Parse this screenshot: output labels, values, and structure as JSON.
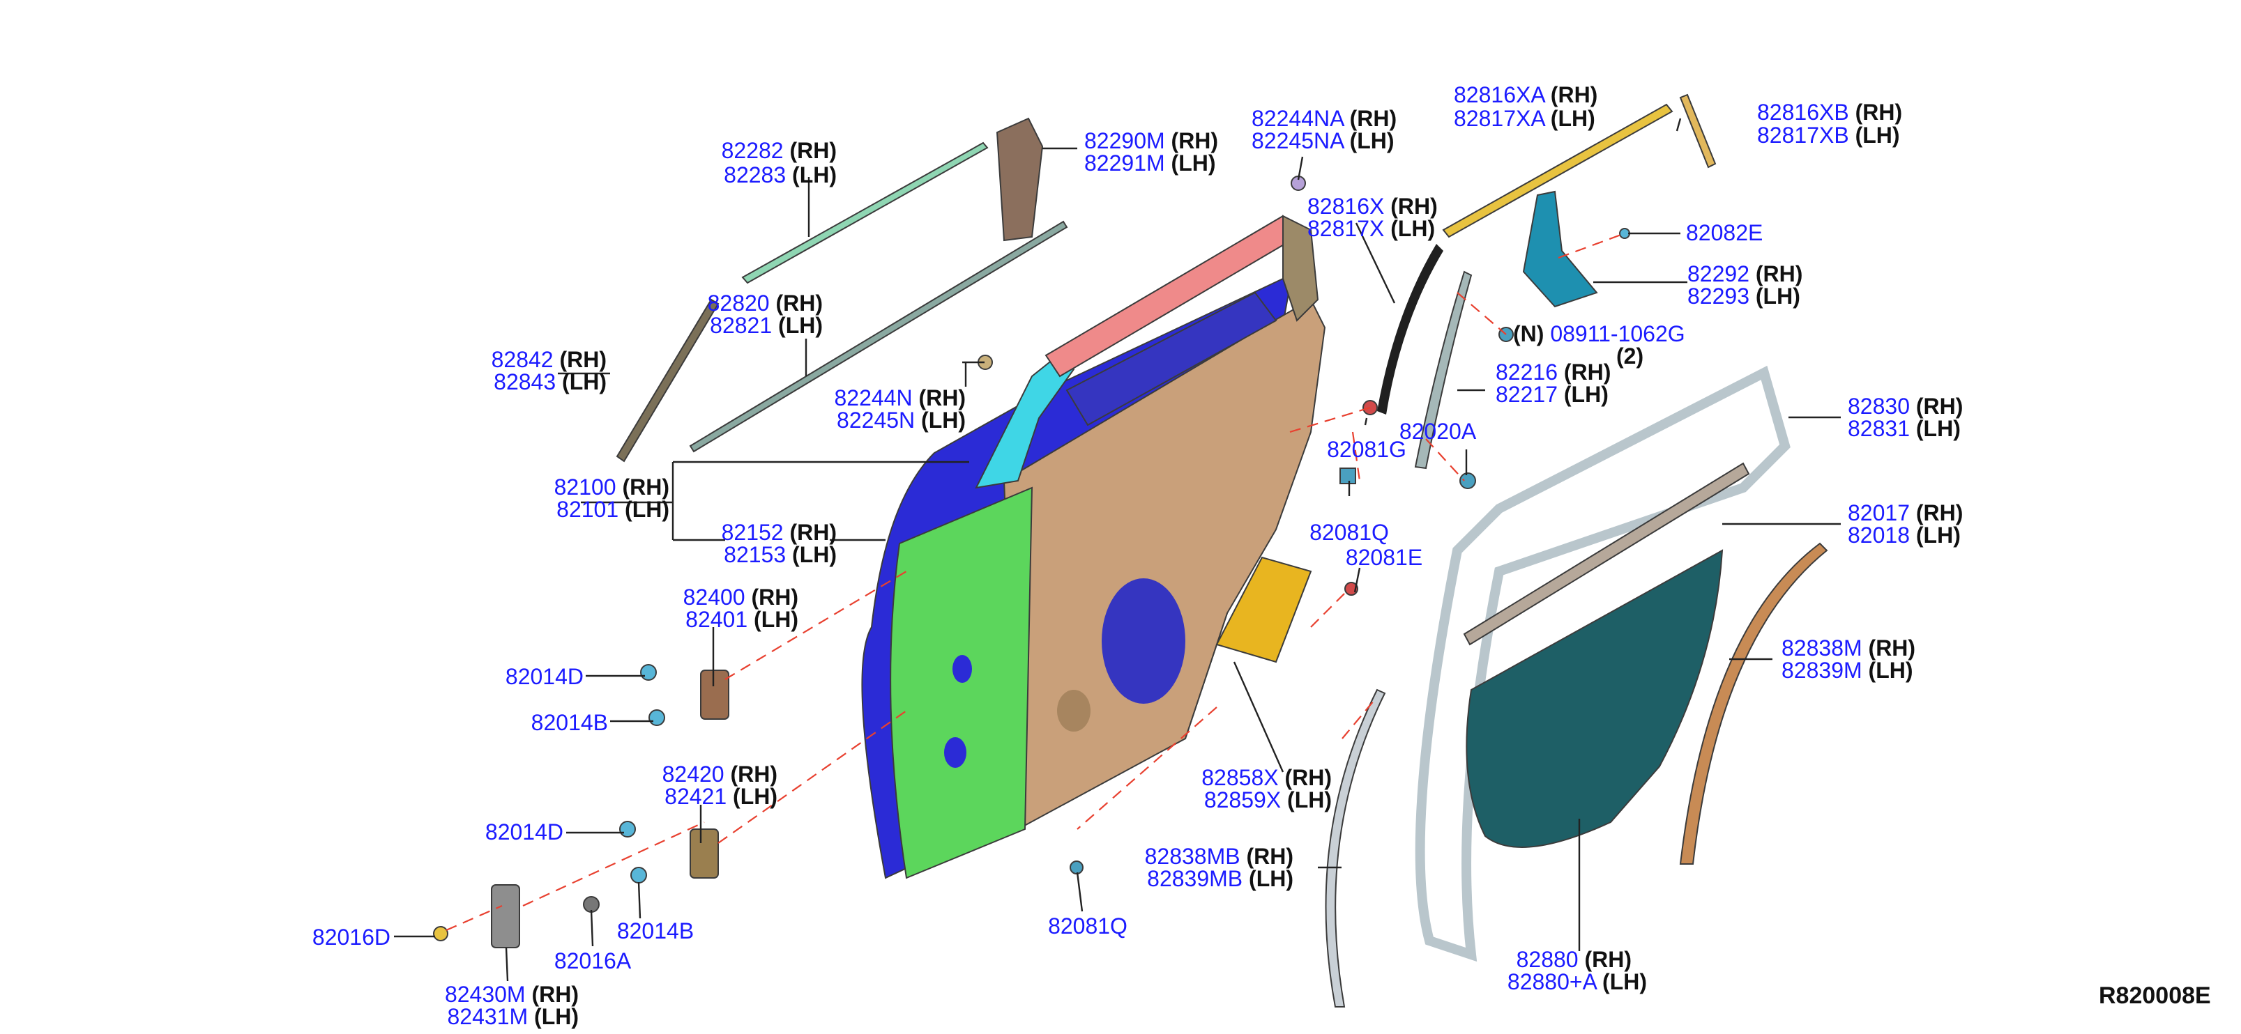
{
  "diagram": {
    "reference_code": "R820008E",
    "labels": [
      {
        "part": "82282",
        "side": "(RH)"
      },
      {
        "part": "82283",
        "side": "(LH)"
      },
      {
        "part": "82290M",
        "side": "(RH)"
      },
      {
        "part": "82291M",
        "side": "(LH)"
      },
      {
        "part": "82244NA",
        "side": "(RH)"
      },
      {
        "part": "82245NA",
        "side": "(LH)"
      },
      {
        "part": "82816XA",
        "side": "(RH)"
      },
      {
        "part": "82817XA",
        "side": "(LH)"
      },
      {
        "part": "82816XB",
        "side": "(RH)"
      },
      {
        "part": "82817XB",
        "side": "(LH)"
      },
      {
        "part": "82816X",
        "side": "(RH)"
      },
      {
        "part": "82817X",
        "side": "(LH)"
      },
      {
        "part": "82082E",
        "side": ""
      },
      {
        "part": "82292",
        "side": "(RH)"
      },
      {
        "part": "82293",
        "side": "(LH)"
      },
      {
        "part": "82820",
        "side": "(RH)"
      },
      {
        "part": "82821",
        "side": "(LH)"
      },
      {
        "part": "82842",
        "side": "(RH)"
      },
      {
        "part": "82843",
        "side": "(LH)"
      },
      {
        "part": "82244N",
        "side": "(RH)"
      },
      {
        "part": "82245N",
        "side": "(LH)"
      },
      {
        "part": "08911-1062G",
        "side": "(N)",
        "qty": "(2)"
      },
      {
        "part": "82216",
        "side": "(RH)"
      },
      {
        "part": "82217",
        "side": "(LH)"
      },
      {
        "part": "82830",
        "side": "(RH)"
      },
      {
        "part": "82831",
        "side": "(LH)"
      },
      {
        "part": "82020A",
        "side": ""
      },
      {
        "part": "82081G",
        "side": ""
      },
      {
        "part": "82100",
        "side": "(RH)"
      },
      {
        "part": "82101",
        "side": "(LH)"
      },
      {
        "part": "82152",
        "side": "(RH)"
      },
      {
        "part": "82153",
        "side": "(LH)"
      },
      {
        "part": "82017",
        "side": "(RH)"
      },
      {
        "part": "82018",
        "side": "(LH)"
      },
      {
        "part": "82081Q",
        "side": ""
      },
      {
        "part": "82081E",
        "side": ""
      },
      {
        "part": "82400",
        "side": "(RH)"
      },
      {
        "part": "82401",
        "side": "(LH)"
      },
      {
        "part": "82838M",
        "side": "(RH)"
      },
      {
        "part": "82839M",
        "side": "(LH)"
      },
      {
        "part": "82014D",
        "side": ""
      },
      {
        "part": "82014B",
        "side": ""
      },
      {
        "part": "82420",
        "side": "(RH)"
      },
      {
        "part": "82421",
        "side": "(LH)"
      },
      {
        "part": "82858X",
        "side": "(RH)"
      },
      {
        "part": "82859X",
        "side": "(LH)"
      },
      {
        "part": "82014D",
        "side": ""
      },
      {
        "part": "82838MB",
        "side": "(RH)"
      },
      {
        "part": "82839MB",
        "side": "(LH)"
      },
      {
        "part": "82014B",
        "side": ""
      },
      {
        "part": "82081Q",
        "side": ""
      },
      {
        "part": "82016D",
        "side": ""
      },
      {
        "part": "82016A",
        "side": ""
      },
      {
        "part": "82880",
        "side": "(RH)"
      },
      {
        "part": "82880+A",
        "side": "(LH)"
      },
      {
        "part": "82430M",
        "side": "(RH)"
      },
      {
        "part": "82431M",
        "side": "(LH)"
      }
    ],
    "colors": {
      "part_number": "#1b1bff",
      "door_outer": "#2b2bd6",
      "door_inner": "#c9a07a",
      "reinforcement": "#5cd65c",
      "sash_front": "#3fd6e6",
      "sash_top": "#ef8a8a",
      "weatherstrip_yellow": "#e8c340",
      "trim_panel": "#1e5f66",
      "guide_lines": "#e8402f"
    }
  }
}
